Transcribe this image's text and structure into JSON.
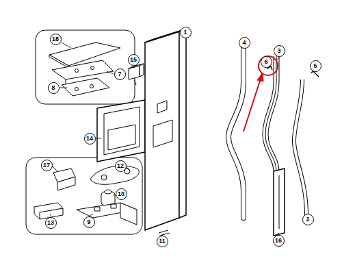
{
  "diagram": {
    "labels": [
      "1",
      "4",
      "6",
      "3",
      "5",
      "18",
      "7",
      "8",
      "15",
      "14",
      "17",
      "12",
      "10",
      "13",
      "9",
      "11",
      "2",
      "16"
    ]
  }
}
